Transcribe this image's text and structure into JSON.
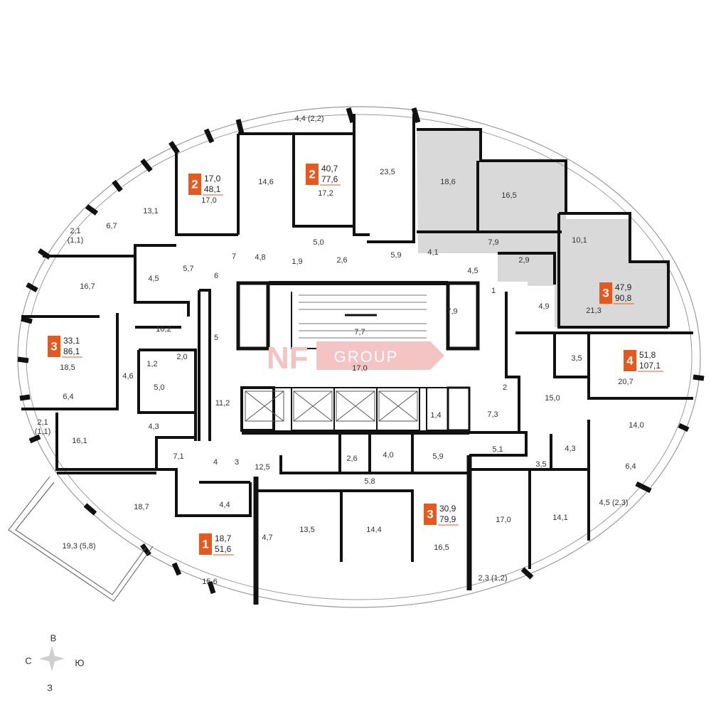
{
  "accent_color": "#e8571c",
  "highlight_fill": "#d9d9d9",
  "logo": {
    "nf": "NF",
    "group": "GROUP"
  },
  "compass": {
    "north": "В",
    "west": "С",
    "east": "Ю",
    "south": "З"
  },
  "apartments": [
    {
      "id": "apt-a",
      "rooms": "2",
      "living": "17,0",
      "total": "48,1"
    },
    {
      "id": "apt-b",
      "rooms": "2",
      "living": "40,7",
      "total": "77,6"
    },
    {
      "id": "apt-c",
      "rooms": "3",
      "living": "47,9",
      "total": "90,8"
    },
    {
      "id": "apt-d",
      "rooms": "3",
      "living": "33,1",
      "total": "86,1"
    },
    {
      "id": "apt-e",
      "rooms": "4",
      "living": "51,8",
      "total": "107,1"
    },
    {
      "id": "apt-f",
      "rooms": "3",
      "living": "30,9",
      "total": "79,9"
    },
    {
      "id": "apt-g",
      "rooms": "1",
      "living": "18,7",
      "total": "51,6"
    }
  ],
  "areas": [
    "4,4 (2,2)",
    "23,5",
    "18,6",
    "16,5",
    "10,1",
    "14,6",
    "17,2",
    "17,0",
    "13,1",
    "6,7",
    "2,1\n(1,1)",
    "5,0",
    "2,6",
    "1,9",
    "4,8",
    "5,9",
    "4,1",
    "7,9",
    "4,5",
    "2,9",
    "4,9",
    "21,3",
    "16,7",
    "4,5",
    "5,7",
    "10,2",
    "7,9",
    "7,7",
    "17,0",
    "18,5",
    "6,4",
    "4,6",
    "1,2",
    "5,0",
    "2,0",
    "11,2",
    "3,5",
    "20,7",
    "15,0",
    "14,0",
    "4,3",
    "1,4",
    "7,3",
    "2,1\n(1,1)",
    "16,1",
    "7,1",
    "12,5",
    "2,6",
    "4,0",
    "5,9",
    "5,1",
    "4,3",
    "3,5",
    "6,4",
    "5,8",
    "4,4",
    "18,7",
    "4,7",
    "13,5",
    "14,4",
    "16,5",
    "17,0",
    "14,1",
    "4,5 (2,3)",
    "19,3 (5,8)",
    "15,6",
    "2,3 (1,2)",
    "1",
    "2",
    "3",
    "4",
    "5",
    "6",
    "7"
  ]
}
